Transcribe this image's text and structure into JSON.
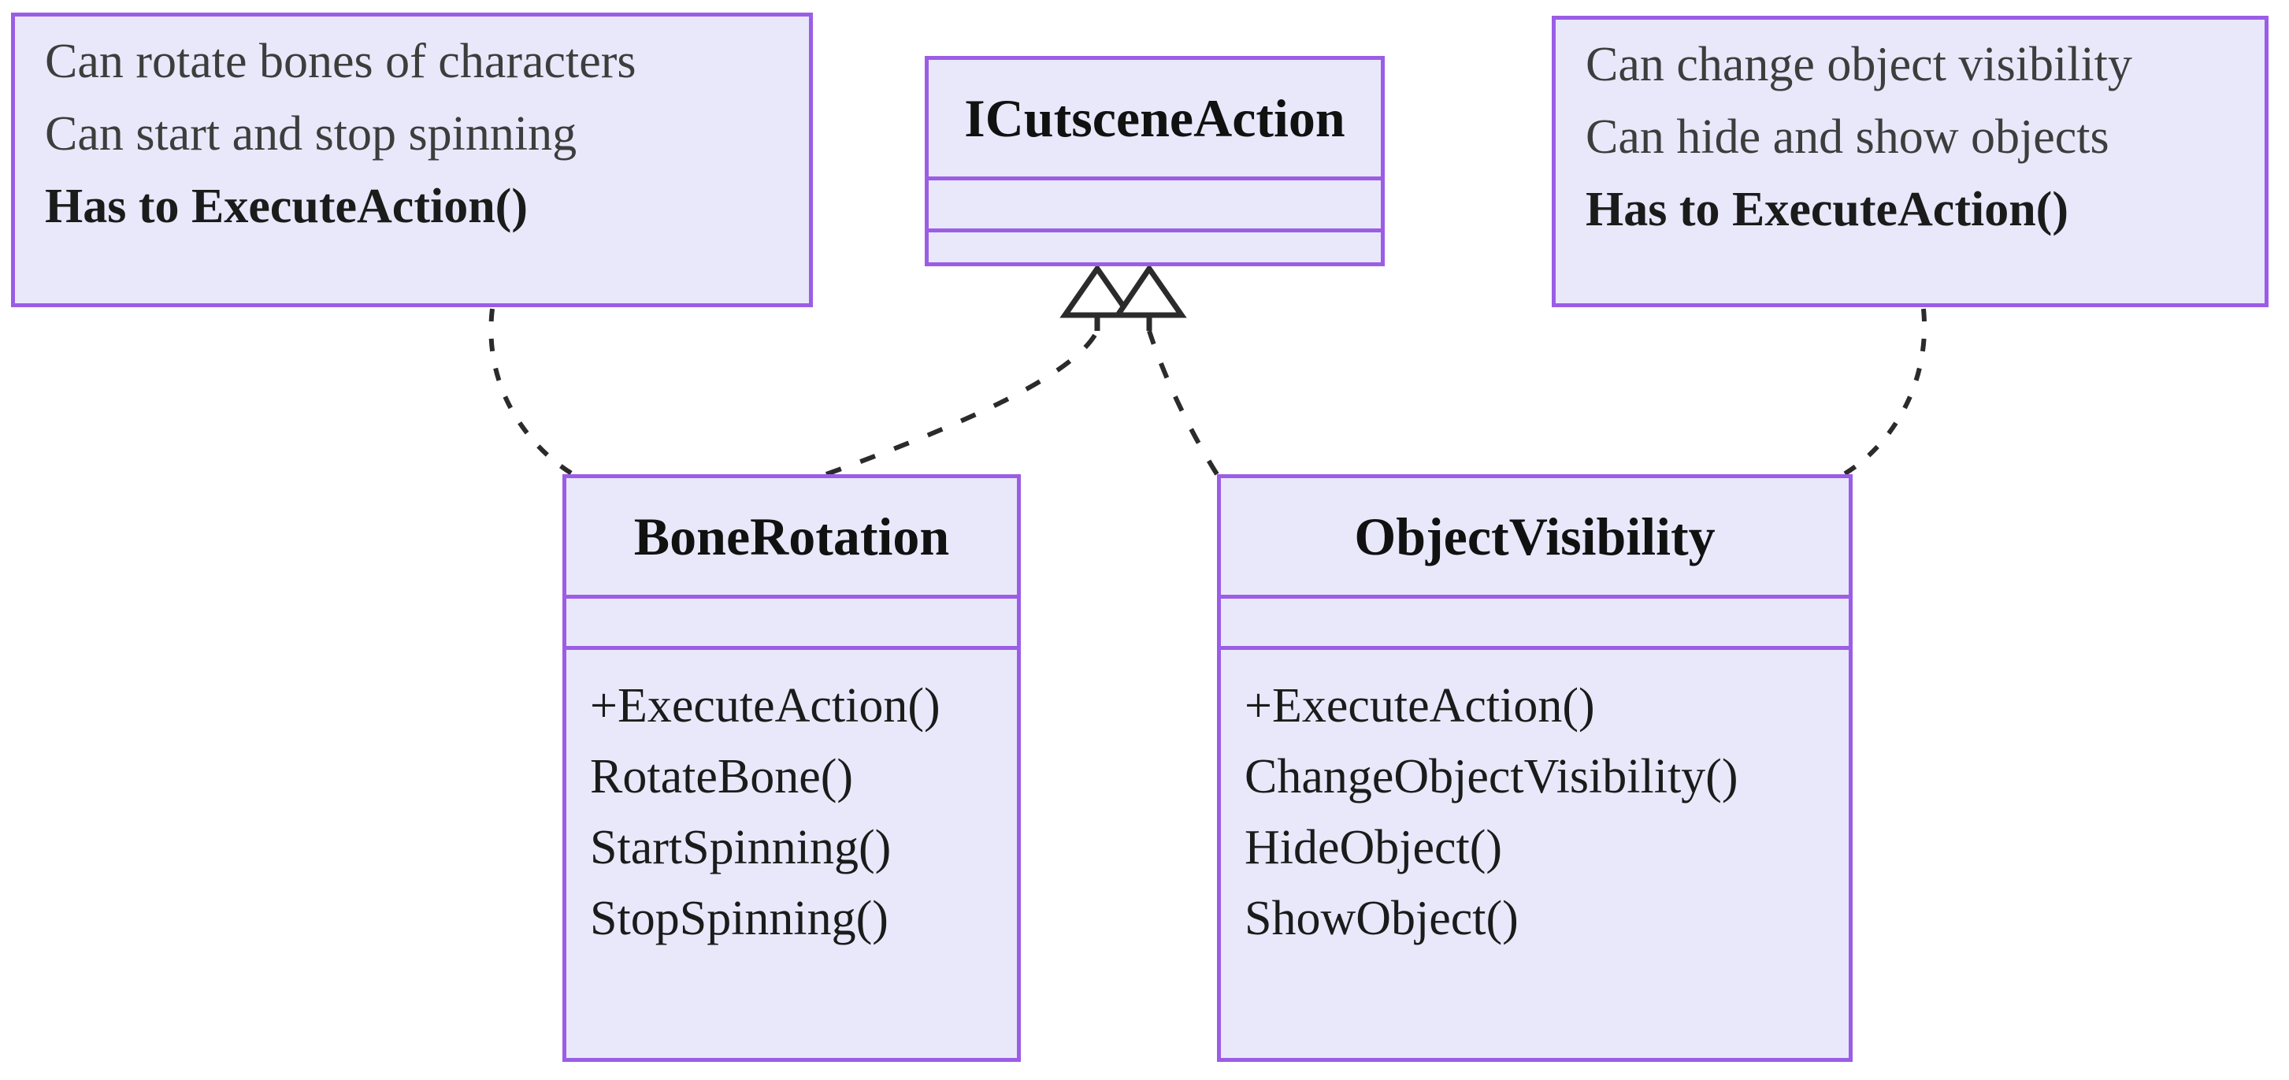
{
  "diagram": {
    "kind": "uml-class-diagram",
    "colors": {
      "border": "#9b5de5",
      "fill": "#e8e8fa",
      "note_text": "#3d3d3d",
      "member_text": "#1b1b1b",
      "connector": "#2b2b2b",
      "background": "#ffffff"
    }
  },
  "notes": {
    "left": {
      "lines": [
        "Can rotate bones of characters",
        "Can start and stop spinning"
      ],
      "emphasis": "Has to ExecuteAction()"
    },
    "right": {
      "lines": [
        "Can change object visibility",
        "Can hide and show objects"
      ],
      "emphasis": "Has to ExecuteAction()"
    }
  },
  "interface": {
    "name": "ICutsceneAction",
    "attributes": [],
    "operations": []
  },
  "classes": [
    {
      "name": "BoneRotation",
      "attributes": [],
      "operations": [
        "+ExecuteAction()",
        "RotateBone()",
        "StartSpinning()",
        "StopSpinning()"
      ]
    },
    {
      "name": "ObjectVisibility",
      "attributes": [],
      "operations": [
        "+ExecuteAction()",
        "ChangeObjectVisibility()",
        "HideObject()",
        "ShowObject()"
      ]
    }
  ],
  "connectors": [
    {
      "type": "realization",
      "from": "BoneRotation",
      "to": "ICutsceneAction",
      "line_style": "dashed",
      "arrowhead": "hollow-triangle"
    },
    {
      "type": "realization",
      "from": "ObjectVisibility",
      "to": "ICutsceneAction",
      "line_style": "dashed",
      "arrowhead": "hollow-triangle"
    },
    {
      "type": "note-anchor",
      "from": "note-left",
      "to": "BoneRotation",
      "line_style": "dashed",
      "arrowhead": "none"
    },
    {
      "type": "note-anchor",
      "from": "note-right",
      "to": "ObjectVisibility",
      "line_style": "dashed",
      "arrowhead": "none"
    }
  ]
}
